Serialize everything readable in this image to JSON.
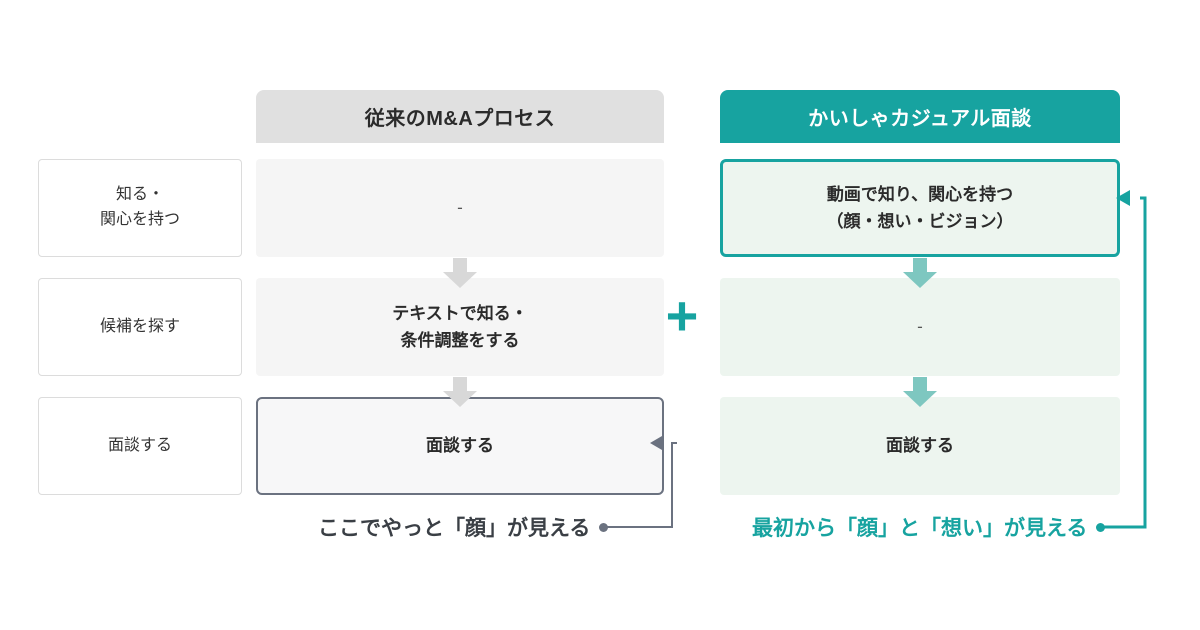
{
  "diagram": {
    "columns": {
      "legacy": {
        "header": "従来のM&Aプロセス"
      },
      "new": {
        "header": "かいしゃカジュアル面談"
      }
    },
    "stage_labels": [
      "知る・\n関心を持つ",
      "候補を探す",
      "面談する"
    ],
    "legacy_cells": [
      "-",
      "テキストで知る・\n条件調整をする",
      "面談する"
    ],
    "new_cells": [
      "動画で知り、関心を持つ\n（顔・想い・ビジョン）",
      "-",
      "面談する"
    ],
    "plus_symbol": "+",
    "annotations": {
      "legacy": "ここでやっと「顔」が見える",
      "new": "最初から「顔」と「想い」が見える"
    },
    "colors": {
      "teal": "#17a3a0",
      "teal_arrow": "#7ec7c0",
      "legacy_header_bg": "#e0e0e0",
      "legacy_cell_bg": "#f5f5f5",
      "new_cell_bg": "#edf5ef",
      "gray_arrow": "#d8d8d8",
      "gray_connector": "#6b7280",
      "text_dark": "#2b2b2b"
    }
  }
}
